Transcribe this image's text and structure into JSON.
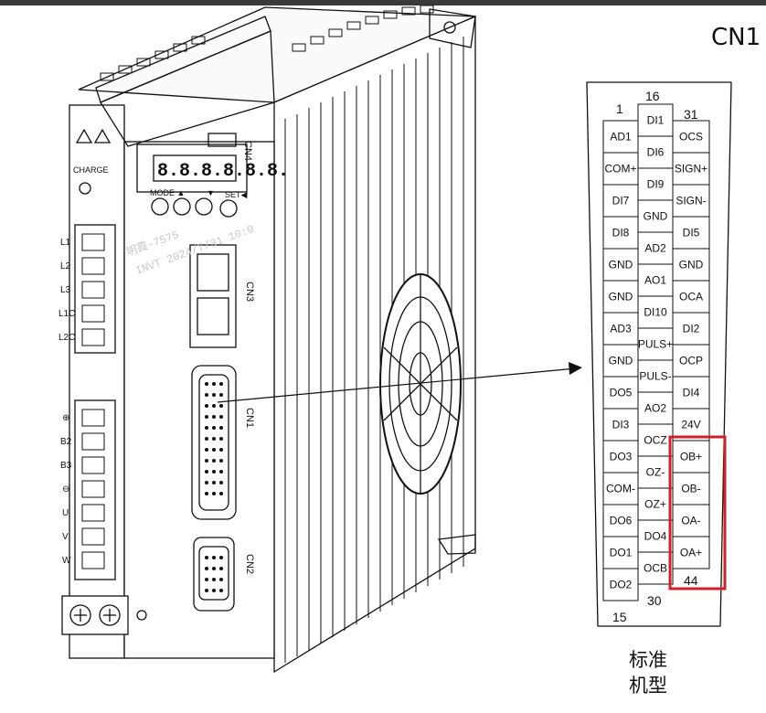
{
  "connector_title": "CN1",
  "caption": [
    "标准",
    "机型"
  ],
  "drive": {
    "warning_label": "CHARGE",
    "buttons": [
      "MODE ▲",
      "▼",
      "SET◀"
    ],
    "port_labels": [
      "CN4",
      "CN3",
      "CN1",
      "CN2"
    ],
    "power_terminals": [
      "L1",
      "L2",
      "L3",
      "L1C",
      "L2C"
    ],
    "motor_terminals": [
      "⊕",
      "B2",
      "B3",
      "⊖",
      "U",
      "V",
      "W"
    ],
    "watermark": [
      "明霞-7575",
      "INVT  2024/7/31  10:0"
    ]
  },
  "pinout": {
    "col1_top": "1",
    "col1_bottom": "15",
    "col2_top": "16",
    "col2_bottom": "30",
    "col3_top": "31",
    "col3_bottom": "44",
    "column1": [
      "AD1",
      "COM+",
      "DI7",
      "DI8",
      "GND",
      "GND",
      "AD3",
      "GND",
      "DO5",
      "DI3",
      "DO3",
      "COM-",
      "DO6",
      "DO1",
      "DO2"
    ],
    "column2": [
      "DI1",
      "DI6",
      "DI9",
      "GND",
      "AD2",
      "AO1",
      "DI10",
      "PULS+",
      "PULS-",
      "AO2",
      "OCZ",
      "OZ-",
      "OZ+",
      "DO4",
      "OCB"
    ],
    "column3": [
      "OCS",
      "SIGN+",
      "SIGN-",
      "DI5",
      "GND",
      "OCA",
      "DI2",
      "OCP",
      "DI4",
      "24V",
      "OB+",
      "OB-",
      "OA-",
      "OA+"
    ],
    "highlighted_pins": [
      "OB+",
      "OB-",
      "OA-",
      "OA+"
    ],
    "highlight_color": "#d0202a"
  }
}
